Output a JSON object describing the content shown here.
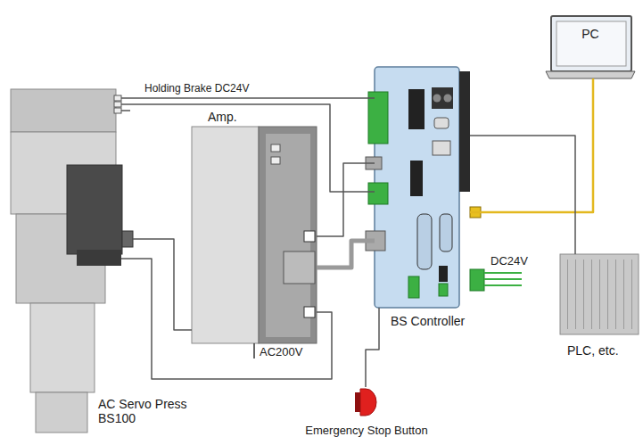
{
  "diagram": {
    "nodes": [
      {
        "text": [
          "AC Servo Press BS100"
        ]
      },
      {
        "text": [
          "Amp."
        ]
      },
      {
        "text": [
          "BS Controller"
        ]
      },
      {
        "text": [
          "PC"
        ]
      },
      {
        "text": [
          "PLC, etc."
        ]
      },
      {
        "text": [
          "Emergency Stop Button"
        ]
      }
    ],
    "edges": [
      {
        "from": 0,
        "to": 2,
        "arrow": "none",
        "label": "Holding Brake DC24V"
      },
      {
        "from": 0,
        "to": 2,
        "arrow": "none"
      },
      {
        "from": 0,
        "to": 1,
        "arrow": "none"
      },
      {
        "from": 0,
        "to": 1,
        "arrow": "none"
      },
      {
        "from": 1,
        "to": 2,
        "arrow": "none"
      },
      {
        "from": 1,
        "to": 2,
        "arrow": "none"
      },
      {
        "from": 2,
        "to": 3,
        "arrow": "none"
      },
      {
        "from": 2,
        "to": 4,
        "arrow": "none"
      },
      {
        "from": 2,
        "to": 5,
        "arrow": "none"
      }
    ],
    "labels": [
      "DC24V",
      "AC200V"
    ]
  }
}
